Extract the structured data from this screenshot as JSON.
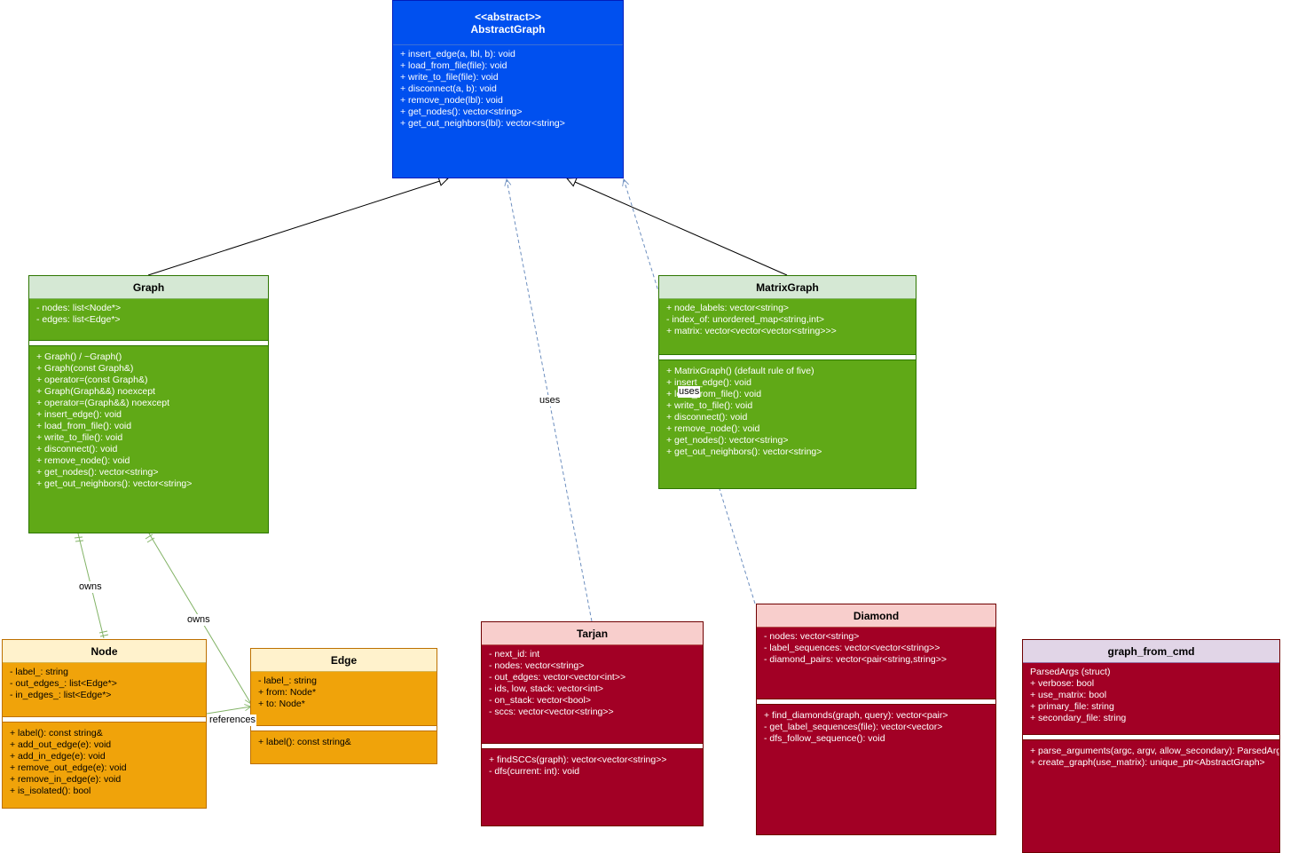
{
  "classes": {
    "abstract": {
      "stereotype": "<<abstract>>",
      "name": "AbstractGraph",
      "methods": [
        "+ insert_edge(a, lbl, b): void",
        "+ load_from_file(file): void",
        "+ write_to_file(file): void",
        "+ disconnect(a, b): void",
        "+ remove_node(lbl): void",
        "+ get_nodes(): vector<string>",
        "+ get_out_neighbors(lbl): vector<string>"
      ]
    },
    "graph": {
      "name": "Graph",
      "attributes": [
        "- nodes: list<Node*>",
        "- edges: list<Edge*>"
      ],
      "methods": [
        "+ Graph() / ~Graph()",
        "+ Graph(const Graph&)",
        "+ operator=(const Graph&)",
        "+ Graph(Graph&&) noexcept",
        "+ operator=(Graph&&) noexcept",
        "+ insert_edge(): void",
        "+ load_from_file(): void",
        "+ write_to_file(): void",
        "+ disconnect(): void",
        "+ remove_node(): void",
        "+ get_nodes(): vector<string>",
        "+ get_out_neighbors(): vector<string>"
      ]
    },
    "matrix": {
      "name": "MatrixGraph",
      "attributes": [
        "+ node_labels: vector<string>",
        "- index_of: unordered_map<string,int>",
        "+ matrix: vector<vector<vector<string>>>"
      ],
      "methods": [
        "+ MatrixGraph() (default rule of five)",
        "+ insert_edge(): void",
        "+ load_from_file(): void",
        "+ write_to_file(): void",
        "+ disconnect(): void",
        "+ remove_node(): void",
        "+ get_nodes(): vector<string>",
        "+ get_out_neighbors(): vector<string>"
      ]
    },
    "node": {
      "name": "Node",
      "attributes": [
        "- label_: string",
        "- out_edges_: list<Edge*>",
        "- in_edges_: list<Edge*>"
      ],
      "methods": [
        "+ label(): const string&",
        "+ add_out_edge(e): void",
        "+ add_in_edge(e): void",
        "+ remove_out_edge(e): void",
        "+ remove_in_edge(e): void",
        "+ is_isolated(): bool"
      ]
    },
    "edge": {
      "name": "Edge",
      "attributes": [
        "- label_: string",
        "+ from: Node*",
        "+ to: Node*"
      ],
      "methods": [
        "+ label(): const string&"
      ]
    },
    "tarjan": {
      "name": "Tarjan",
      "attributes": [
        "- next_id: int",
        "- nodes: vector<string>",
        "- out_edges: vector<vector<int>>",
        "- ids, low, stack: vector<int>",
        "- on_stack: vector<bool>",
        "- sccs: vector<vector<string>>"
      ],
      "methods": [
        "+ findSCCs(graph): vector<vector<string>>",
        "- dfs(current: int): void"
      ]
    },
    "diamond": {
      "name": "Diamond",
      "attributes": [
        "- nodes: vector<string>",
        "- label_sequences: vector<vector<string>>",
        "- diamond_pairs: vector<pair<string,string>>"
      ],
      "methods": [
        "+ find_diamonds(graph, query): vector<pair>",
        "- get_label_sequences(file): vector<vector>",
        "- dfs_follow_sequence(): void"
      ]
    },
    "cmd": {
      "name": "graph_from_cmd",
      "attributes": [
        "ParsedArgs (struct)",
        "+ verbose: bool",
        "+ use_matrix: bool",
        "+ primary_file: string",
        "+ secondary_file: string"
      ],
      "methods": [
        "+ parse_arguments(argc, argv, allow_secondary): ParsedArgs",
        "+ create_graph(use_matrix): unique_ptr<AbstractGraph>"
      ]
    }
  },
  "edge_labels": {
    "tarjan_uses": "uses",
    "diamond_uses": "uses",
    "owns_node": "owns",
    "owns_edge": "owns",
    "references": "references"
  },
  "colors": {
    "abstract_fill": "#0050ef",
    "green_header": "#d5e8d4",
    "green_body": "#60a917",
    "orange_header": "#fff2cc",
    "orange_body": "#f0a30a",
    "red_header": "#f8cecc",
    "red_body": "#a20025",
    "purple_header": "#e1d5e7"
  }
}
